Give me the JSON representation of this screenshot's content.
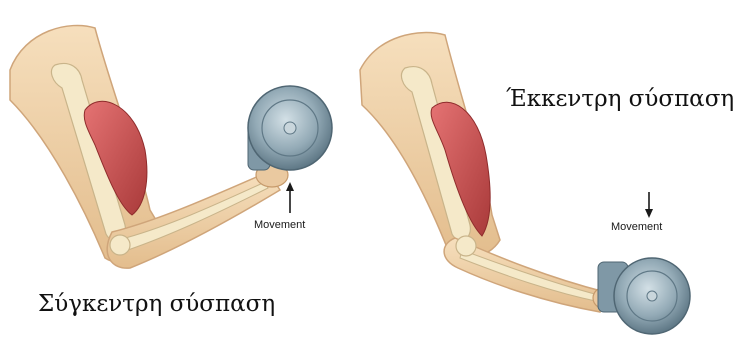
{
  "left_panel": {
    "caption": "Σύγκεντρη σύσπαση",
    "movement_label": "Movement",
    "arrow_direction": "up"
  },
  "right_panel": {
    "caption": "Έκκεντρη σύσπαση",
    "movement_label": "Movement",
    "arrow_direction": "down"
  },
  "colors": {
    "skin": "#f1d7b0",
    "skin_shadow": "#d9b487",
    "muscle": "#d65a5a",
    "muscle_dark": "#a83434",
    "bone": "#f4e7c6",
    "dumbbell": "#7f98a6",
    "dumbbell_light": "#b9cad3"
  }
}
